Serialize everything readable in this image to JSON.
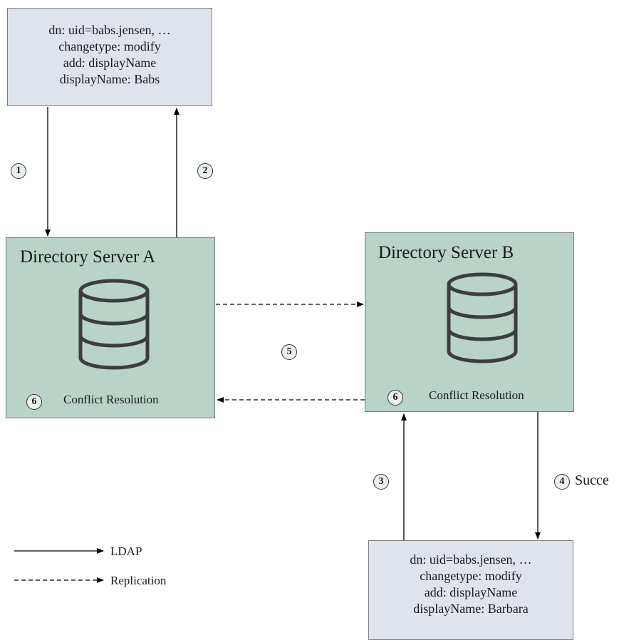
{
  "ldif_a": {
    "lines": [
      "dn: uid=babs.jensen, …",
      "changetype: modify",
      "add: displayName",
      "displayName: Babs"
    ]
  },
  "ldif_b": {
    "lines": [
      "dn: uid=babs.jensen, …",
      "changetype: modify",
      "add: displayName",
      "displayName: Barbara"
    ]
  },
  "server_a": {
    "title": "Directory Server A",
    "conflict_step": "6",
    "conflict_label": "Conflict Resolution"
  },
  "server_b": {
    "title": "Directory Server B",
    "conflict_step": "6",
    "conflict_label": "Conflict Resolution"
  },
  "steps": {
    "s1": "1",
    "s2": "2",
    "s3": "3",
    "s4": "4",
    "s5": "5"
  },
  "success_text": "Succe",
  "legend": {
    "ldap": "LDAP",
    "replication": "Replication"
  },
  "colors": {
    "ldif_box": "#dfe3ec",
    "server_box": "#b9d3c8",
    "line": "#000000",
    "database_icon": "#3d3d3d"
  },
  "icons": {
    "database": "database-icon"
  }
}
